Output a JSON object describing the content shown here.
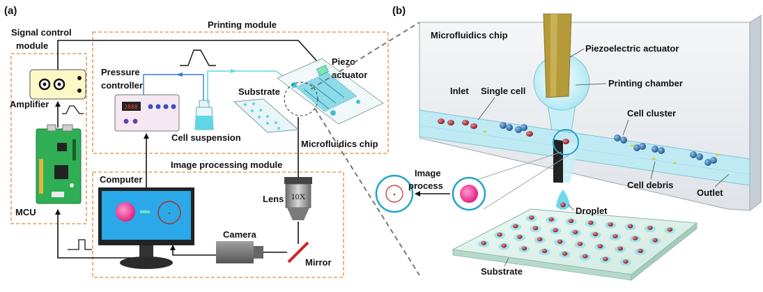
{
  "panel_a": {
    "label": "(a)",
    "signal_control_module": [
      "Signal control",
      "module"
    ],
    "printing_module": "Printing module",
    "image_processing_module": "Image processing module",
    "amplifier": "Amplifier",
    "mcu": "MCU",
    "pressure_controller": [
      "Pressure",
      "controller"
    ],
    "pressure_display": "2888",
    "substrate": "Substrate",
    "piezo_actuator": [
      "Piezo",
      "actuator"
    ],
    "cell_suspension": "Cell suspension",
    "microfluidics_chip": "Microfluidics chip",
    "computer": "Computer",
    "lens": "Lens",
    "lens_mark": "10X",
    "camera": "Camera",
    "mirror": "Mirror"
  },
  "panel_b": {
    "label": "(b)",
    "microfluidics_chip": "Microfluidics chip",
    "piezoelectric_actuator": "Piezoelectric actuator",
    "printing_chamber": "Printing chamber",
    "inlet": "Inlet",
    "single_cell": "Single cell",
    "cell_cluster": "Cell cluster",
    "image_process": [
      "Image",
      "process"
    ],
    "cell_debris": "Cell debris",
    "outlet": "Outlet",
    "droplet": "Droplet",
    "substrate": "Substrate"
  },
  "colors": {
    "module_border": "#e08a3c",
    "wire": "#111111",
    "fluid": "#5fd6e8",
    "cell": "#b0262f",
    "cluster": "#2a6fa8",
    "mirror": "#d42020",
    "monitor_screen": "#2ba8e8",
    "pcb": "#2fae55",
    "actuator": "#b59a3a"
  }
}
